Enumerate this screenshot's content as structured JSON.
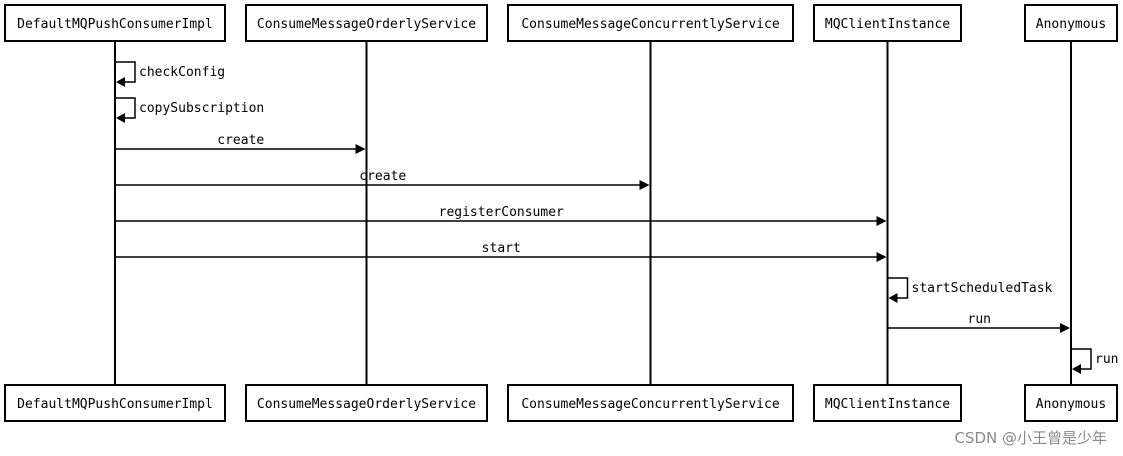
{
  "participants": [
    {
      "id": "p1",
      "label": "DefaultMQPushConsumerImpl"
    },
    {
      "id": "p2",
      "label": "ConsumeMessageOrderlyService"
    },
    {
      "id": "p3",
      "label": "ConsumeMessageConcurrentlyService"
    },
    {
      "id": "p4",
      "label": "MQClientInstance"
    },
    {
      "id": "p5",
      "label": "Anonymous"
    }
  ],
  "messages": [
    {
      "from": "p1",
      "to": "p1",
      "label": "checkConfig"
    },
    {
      "from": "p1",
      "to": "p1",
      "label": "copySubscription"
    },
    {
      "from": "p1",
      "to": "p2",
      "label": "create"
    },
    {
      "from": "p1",
      "to": "p3",
      "label": "create"
    },
    {
      "from": "p1",
      "to": "p4",
      "label": "registerConsumer"
    },
    {
      "from": "p1",
      "to": "p4",
      "label": "start"
    },
    {
      "from": "p4",
      "to": "p4",
      "label": "startScheduledTask"
    },
    {
      "from": "p4",
      "to": "p5",
      "label": "run"
    },
    {
      "from": "p5",
      "to": "p5",
      "label": "run"
    }
  ],
  "watermark": "CSDN @小王曾是少年"
}
